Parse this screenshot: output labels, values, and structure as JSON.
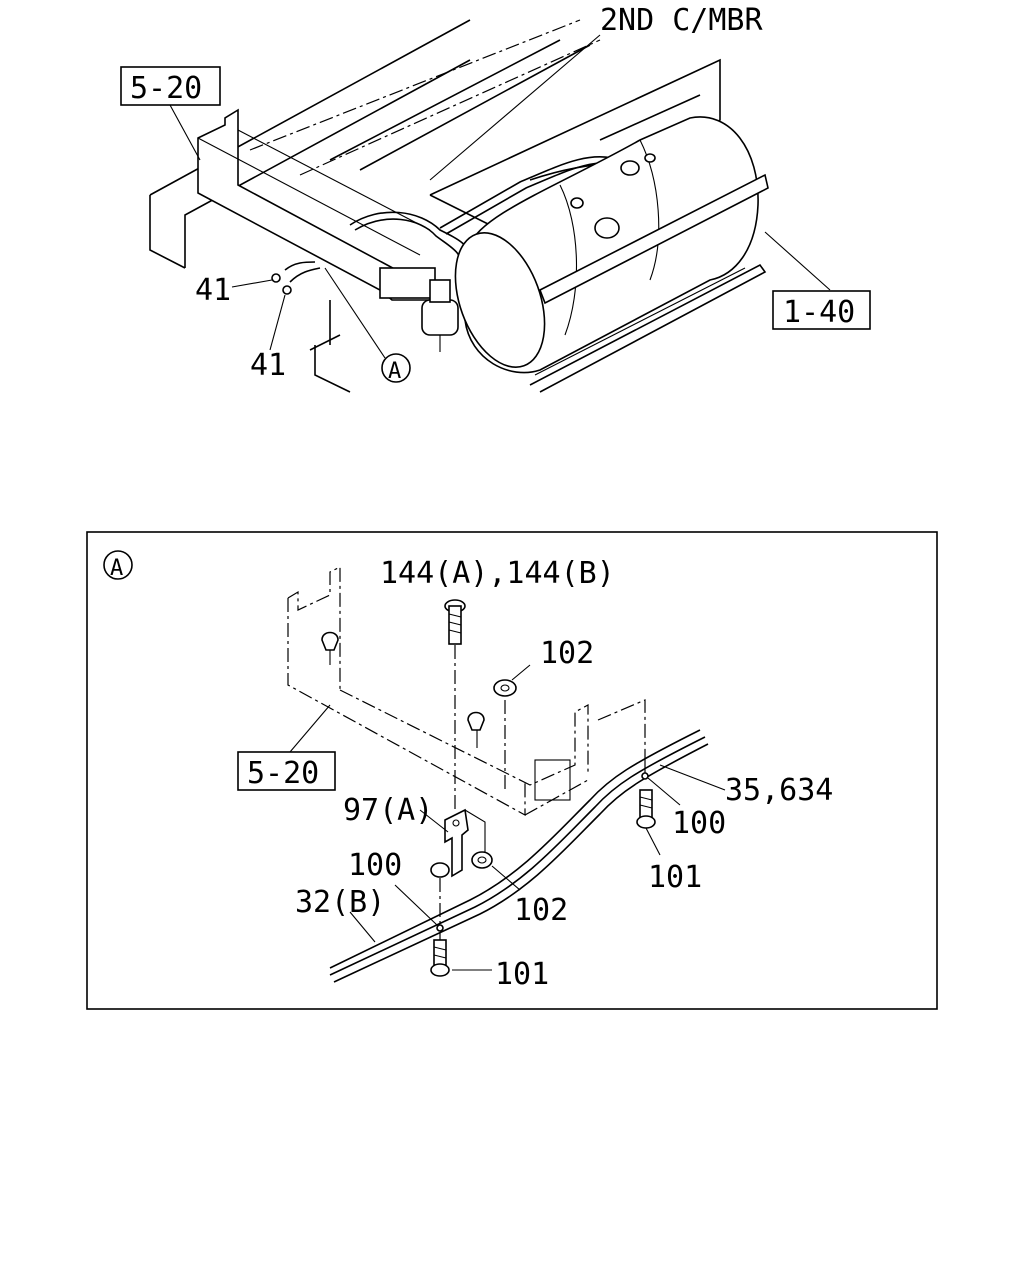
{
  "top": {
    "title": "2ND C/MBR",
    "ref_box_left": "5-20",
    "ref_box_right": "1-40",
    "part_41_a": "41",
    "part_41_b": "41",
    "detail_marker": "A"
  },
  "detail": {
    "marker": "A",
    "ref_box": "5-20",
    "labels": {
      "bolt_144": "144(A),144(B)",
      "nut_102_top": "102",
      "pipe_35": "35,634",
      "clip_100_right": "100",
      "bolt_101_right": "101",
      "bracket_97": "97(A)",
      "clip_100_left": "100",
      "pipe_32": "32(B)",
      "nut_102_bottom": "102",
      "bolt_101_bottom": "101"
    }
  }
}
